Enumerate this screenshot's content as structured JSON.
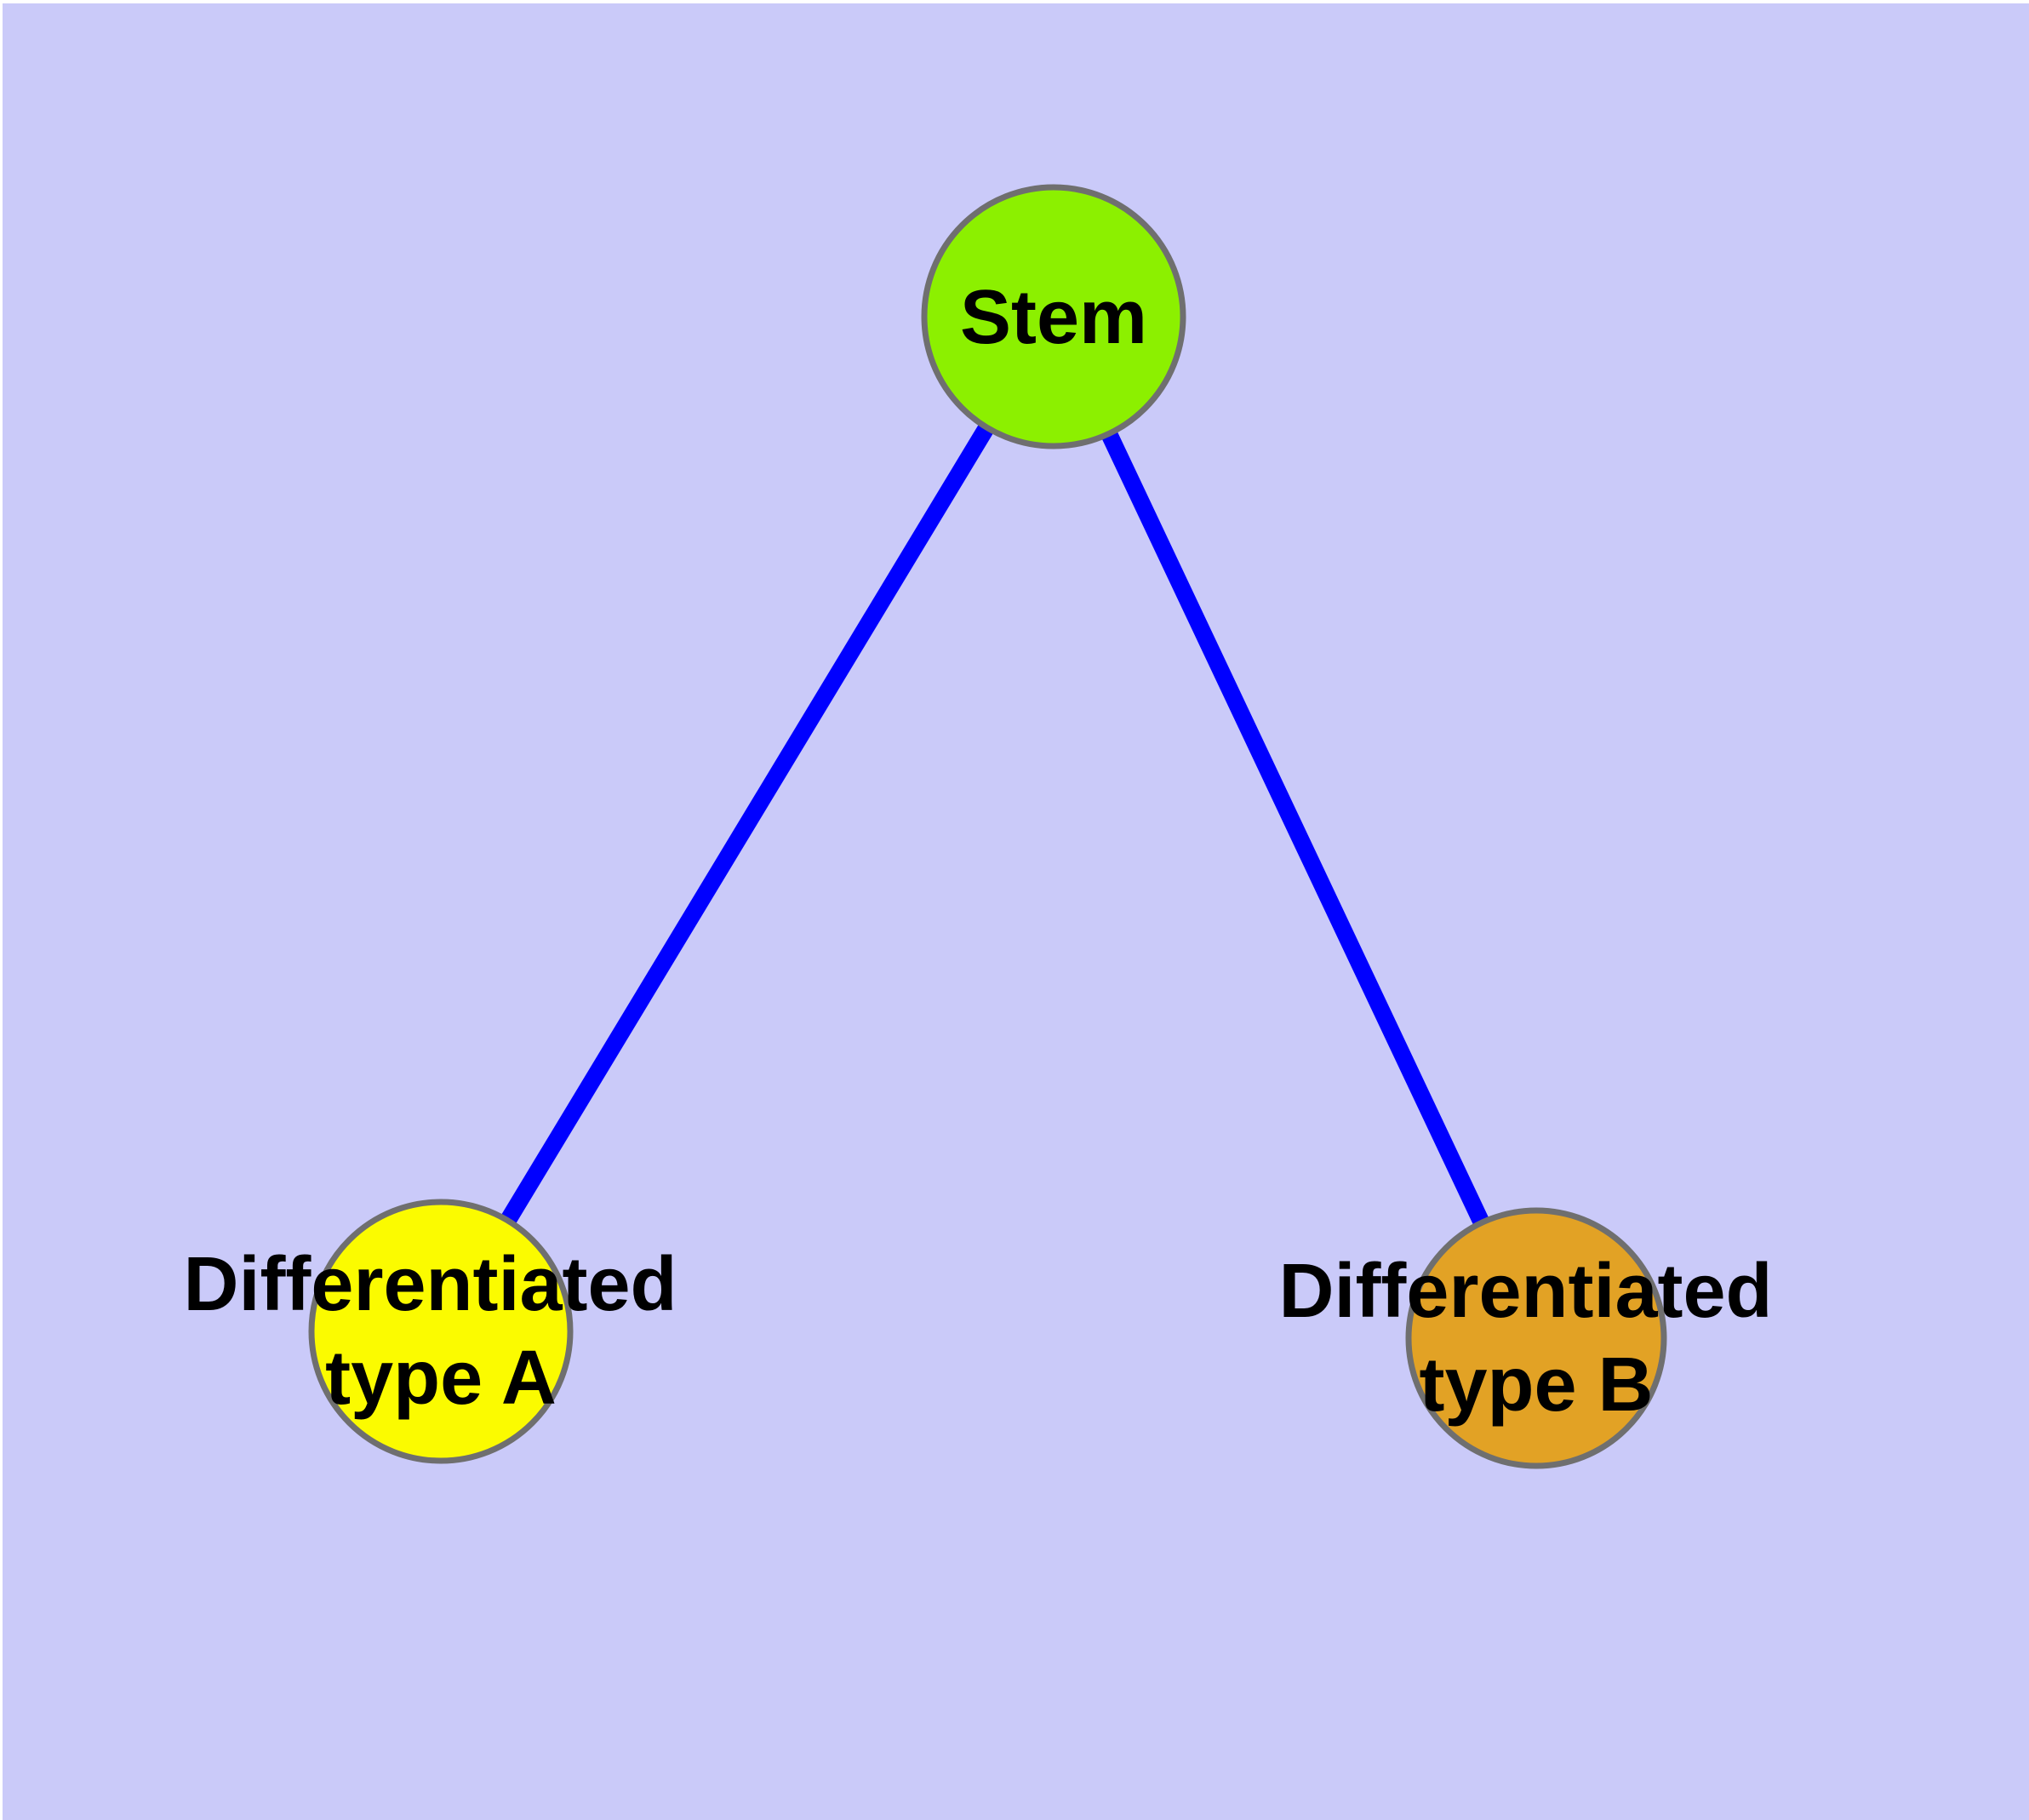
{
  "diagram": {
    "type": "node-link-graph",
    "background_color": "#cacaf9",
    "frame_color": "#ffffff",
    "edge_color": "#0000ff",
    "node_border_color": "#6f6f6f",
    "label_color": "#000000",
    "nodes": [
      {
        "id": "stem",
        "label": "Stem",
        "label_lines": [
          "Stem"
        ],
        "color": "#8cf000"
      },
      {
        "id": "differentiated-type-a",
        "label": "Differentiated type A",
        "label_lines": [
          "Differentiated",
          "type A"
        ],
        "color": "#fbfb00"
      },
      {
        "id": "differentiated-type-b",
        "label": "Differentiated type B",
        "label_lines": [
          "Differentiated",
          "type B"
        ],
        "color": "#e2a225"
      }
    ],
    "edges": [
      {
        "from": "stem",
        "to": "differentiated-type-a"
      },
      {
        "from": "stem",
        "to": "differentiated-type-b"
      }
    ]
  }
}
